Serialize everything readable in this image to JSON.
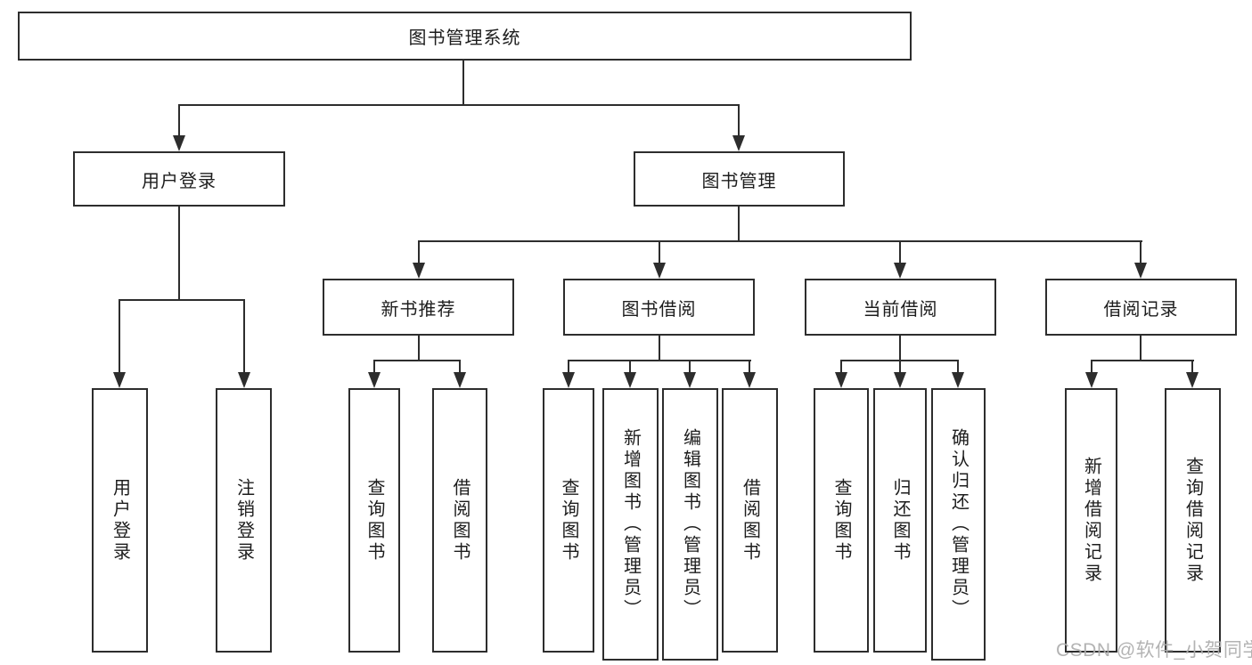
{
  "diagram": {
    "root": {
      "label": "图书管理系统",
      "children": [
        {
          "label": "用户登录",
          "children": [
            {
              "label": "用户登录"
            },
            {
              "label": "注销登录"
            }
          ]
        },
        {
          "label": "图书管理",
          "children": [
            {
              "label": "新书推荐",
              "children": [
                {
                  "label": "查询图书"
                },
                {
                  "label": "借阅图书"
                }
              ]
            },
            {
              "label": "图书借阅",
              "children": [
                {
                  "label": "查询图书"
                },
                {
                  "label": "新增图书（管理员）"
                },
                {
                  "label": "编辑图书（管理员）"
                },
                {
                  "label": "借阅图书"
                }
              ]
            },
            {
              "label": "当前借阅",
              "children": [
                {
                  "label": "查询图书"
                },
                {
                  "label": "归还图书"
                },
                {
                  "label": "确认归还（管理员）"
                }
              ]
            },
            {
              "label": "借阅记录",
              "children": [
                {
                  "label": "新增借阅记录"
                },
                {
                  "label": "查询借阅记录"
                }
              ]
            }
          ]
        }
      ]
    },
    "watermark": "CSDN @软件_小贺同学",
    "colors": {
      "stroke": "#2d2d2d",
      "text": "#1d1d1d",
      "watermark": "#acacac",
      "background": "#ffffff"
    }
  }
}
